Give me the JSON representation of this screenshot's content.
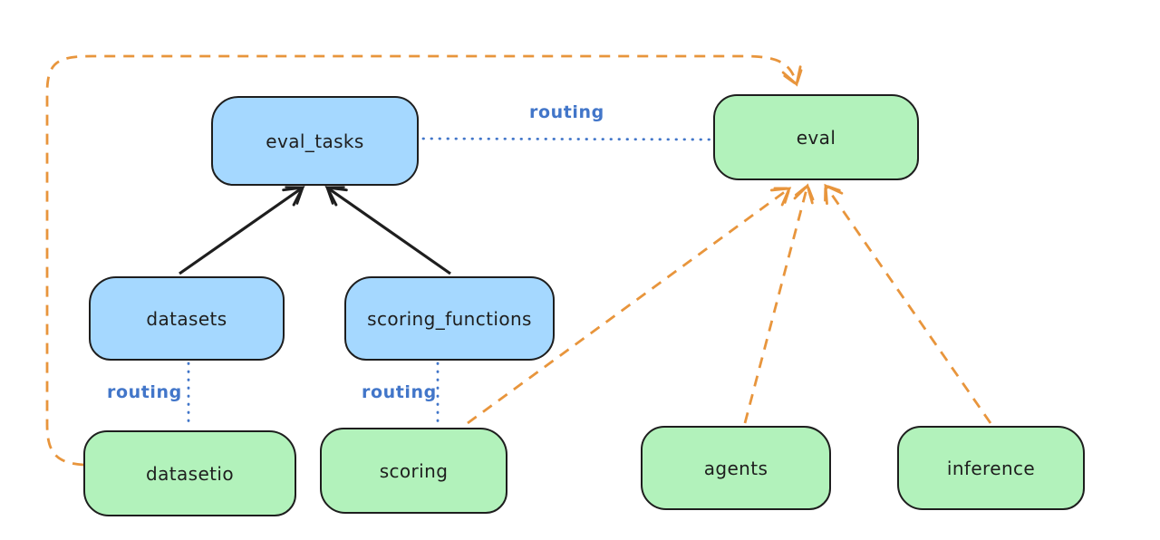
{
  "canvas": {
    "background": "#ffffff"
  },
  "nodes": {
    "eval_tasks": {
      "label": "eval_tasks",
      "fill": "#a5d8ff"
    },
    "eval": {
      "label": "eval",
      "fill": "#b2f2bb"
    },
    "datasets": {
      "label": "datasets",
      "fill": "#a5d8ff"
    },
    "scoring_functions": {
      "label": "scoring_functions",
      "fill": "#a5d8ff"
    },
    "datasetio": {
      "label": "datasetio",
      "fill": "#b2f2bb"
    },
    "scoring": {
      "label": "scoring",
      "fill": "#b2f2bb"
    },
    "agents": {
      "label": "agents",
      "fill": "#b2f2bb"
    },
    "inference": {
      "label": "inference",
      "fill": "#b2f2bb"
    }
  },
  "routing_labels": [
    "routing",
    "routing",
    "routing"
  ],
  "edges": [
    {
      "from": "datasets",
      "to": "eval_tasks",
      "style": "solid-arrow",
      "color": "#1e1e1e"
    },
    {
      "from": "scoring_functions",
      "to": "eval_tasks",
      "style": "solid-arrow",
      "color": "#1e1e1e"
    },
    {
      "from": "eval_tasks",
      "to": "eval",
      "style": "dotted",
      "label": "routing",
      "color": "#4276c9"
    },
    {
      "from": "datasets",
      "to": "datasetio",
      "style": "dotted",
      "label": "routing",
      "color": "#4276c9"
    },
    {
      "from": "scoring_functions",
      "to": "scoring",
      "style": "dotted",
      "label": "routing",
      "color": "#4276c9"
    },
    {
      "from": "datasetio",
      "to": "eval",
      "style": "dashed-arrow",
      "color": "#e8953c"
    },
    {
      "from": "scoring",
      "to": "eval",
      "style": "dashed-arrow",
      "color": "#e8953c"
    },
    {
      "from": "agents",
      "to": "eval",
      "style": "dashed-arrow",
      "color": "#e8953c"
    },
    {
      "from": "inference",
      "to": "eval",
      "style": "dashed-arrow",
      "color": "#e8953c"
    }
  ],
  "colors": {
    "blue_node_fill": "#a5d8ff",
    "green_node_fill": "#b2f2bb",
    "node_border": "#1e1e1e",
    "solid_arrow": "#1e1e1e",
    "routing_blue": "#4276c9",
    "provider_orange": "#e8953c",
    "background": "#ffffff"
  }
}
